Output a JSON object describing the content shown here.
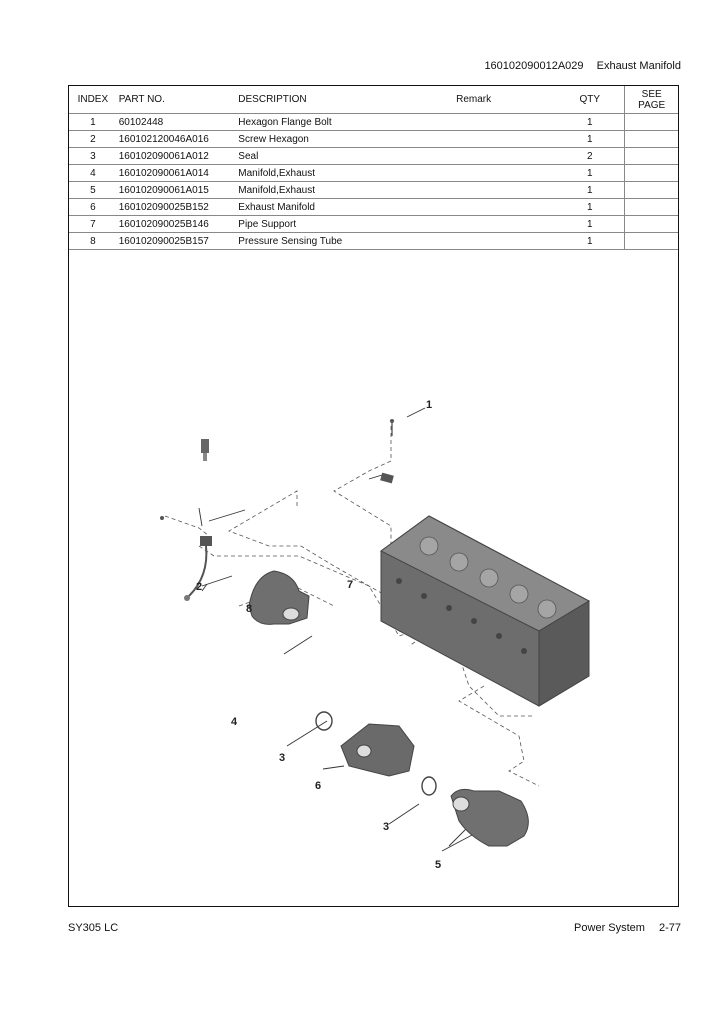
{
  "header": {
    "code": "160102090012A029",
    "title": "Exhaust Manifold"
  },
  "table": {
    "columns": {
      "index": "INDEX",
      "part_no": "PART NO.",
      "description": "DESCRIPTION",
      "remark": "Remark",
      "qty": "QTY",
      "see_page_1": "SEE",
      "see_page_2": "PAGE"
    },
    "rows": [
      {
        "index": "1",
        "part_no": "60102448",
        "description": "Hexagon Flange Bolt",
        "remark": "",
        "qty": "1",
        "see_page": ""
      },
      {
        "index": "2",
        "part_no": "160102120046A016",
        "description": "Screw Hexagon",
        "remark": "",
        "qty": "1",
        "see_page": ""
      },
      {
        "index": "3",
        "part_no": "160102090061A012",
        "description": "Seal",
        "remark": "",
        "qty": "2",
        "see_page": ""
      },
      {
        "index": "4",
        "part_no": "160102090061A014",
        "description": "Manifold,Exhaust",
        "remark": "",
        "qty": "1",
        "see_page": ""
      },
      {
        "index": "5",
        "part_no": "160102090061A015",
        "description": "Manifold,Exhaust",
        "remark": "",
        "qty": "1",
        "see_page": ""
      },
      {
        "index": "6",
        "part_no": "160102090025B152",
        "description": "Exhaust Manifold",
        "remark": "",
        "qty": "1",
        "see_page": ""
      },
      {
        "index": "7",
        "part_no": "160102090025B146",
        "description": "Pipe Support",
        "remark": "",
        "qty": "1",
        "see_page": ""
      },
      {
        "index": "8",
        "part_no": "160102090025B157",
        "description": "Pressure Sensing Tube",
        "remark": "",
        "qty": "1",
        "see_page": ""
      }
    ]
  },
  "diagram": {
    "callouts": {
      "c1": "1",
      "c2": "2",
      "c3a": "3",
      "c3b": "3",
      "c4": "4",
      "c5": "5",
      "c6": "6",
      "c7": "7",
      "c8": "8"
    }
  },
  "footer": {
    "model": "SY305 LC",
    "section": "Power System",
    "page": "2-77"
  }
}
